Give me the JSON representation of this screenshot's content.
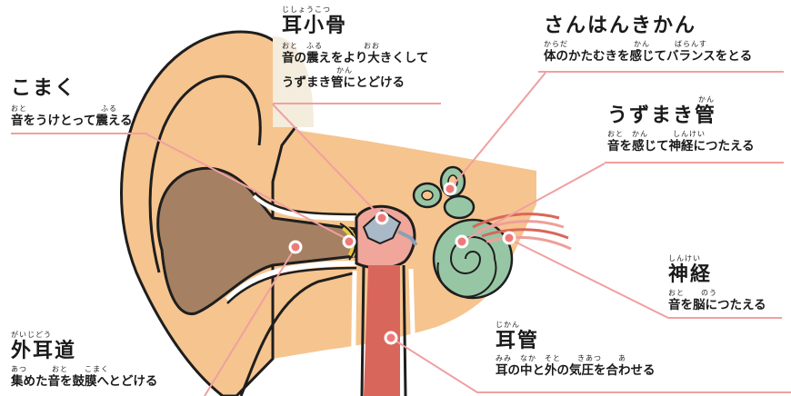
{
  "labels": {
    "komaku": {
      "title": "こまく",
      "desc_ruby": "おと　　　　　　　　　ふる",
      "desc": "音をうけとって震える"
    },
    "jishoukotsu": {
      "title_ruby": "じしょうこつ",
      "title": "耳小骨",
      "desc1_ruby": "おと　ふる　　　　　おお",
      "desc1": "音の震えをより大きくして",
      "desc2_ruby": "かん",
      "desc2": "うずまき管にとどける"
    },
    "sanhankikan": {
      "title": "さんはんきかん",
      "desc_ruby": "からだ　　　　　　　　かん　　　ばらんす",
      "desc": "体のかたむきを感じてバランスをとる"
    },
    "uzumakikan": {
      "title_ruby": "かん",
      "title": "うずまき管",
      "desc_ruby": "おと　かん　　　しんけい",
      "desc": "音を感じて神経につたえる"
    },
    "shinkei": {
      "title_ruby": "しんけい",
      "title": "神経",
      "desc_ruby": "おと　　のう",
      "desc": "音を脳につたえる"
    },
    "gaijidou": {
      "title_ruby": "がいじどう",
      "title": "外耳道",
      "desc_ruby": "あつ　　　おと　　こまく",
      "desc": "集めた音を鼓膜へとどける"
    },
    "jikan": {
      "title_ruby": "じかん",
      "title": "耳管",
      "desc_ruby": "みみ　なか　そと　　きあつ　　あ",
      "desc": "耳の中と外の気圧を合わせる"
    }
  },
  "colors": {
    "skin": "#f6c48e",
    "canal": "#a58062",
    "outline": "#1e1e1e",
    "tube": "#d9665a",
    "cochlea": "#97c6a4",
    "bones": "#a9b9c7",
    "leader": "#f0a0a0",
    "marker": "#f07a7a"
  }
}
